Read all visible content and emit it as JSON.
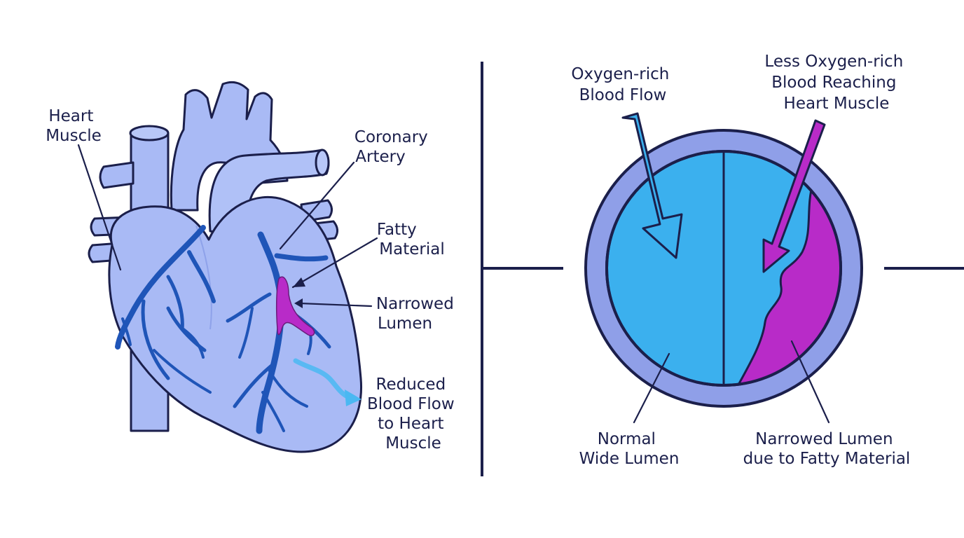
{
  "heart_panel": {
    "labels": {
      "heart_muscle": [
        "Heart",
        "Muscle"
      ],
      "coronary_artery": [
        "Coronary",
        "Artery"
      ],
      "fatty_material": [
        "Fatty",
        "Material"
      ],
      "narrowed_lumen": [
        "Narrowed",
        "Lumen"
      ],
      "reduced_flow": [
        "Reduced",
        "Blood Flow",
        "to Heart",
        "Muscle"
      ]
    }
  },
  "cross_section_panel": {
    "labels": {
      "oxygen_rich": [
        "Oxygen-rich",
        "Blood Flow"
      ],
      "less_oxygen": [
        "Less Oxygen-rich",
        "Blood Reaching",
        "Heart Muscle"
      ],
      "normal_lumen": [
        "Normal",
        "Wide Lumen"
      ],
      "narrowed_lumen": [
        "Narrowed Lumen",
        "due to Fatty Material"
      ]
    }
  },
  "colors": {
    "heart_fill": "#a9baf5",
    "outline": "#1b1f4b",
    "artery": "#1f55b8",
    "plaque": "#b82bc8",
    "lumen": "#3bb0ee",
    "vessel_wall": "#8f9fe8",
    "flow_arrow": "#4ab8f2"
  }
}
